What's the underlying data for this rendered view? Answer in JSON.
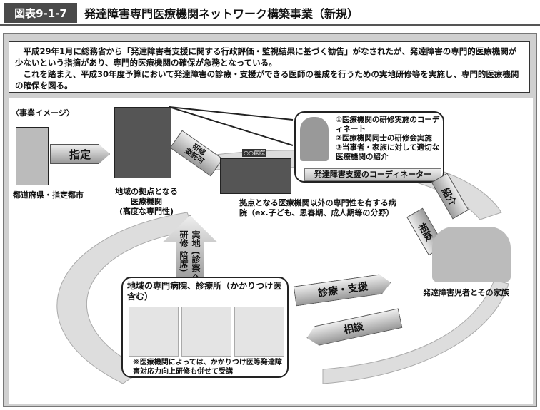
{
  "header": {
    "figure_label": "図表9-1-7",
    "title": "発達障害専門医療機関ネットワーク構築事業（新規）"
  },
  "intro": {
    "p1": "平成29年1月に総務省から「発達障害者支援に関する行政評価・監視結果に基づく勧告」がなされたが、発達障害の専門的医療機関が少ないという指摘があり、専門的医療機関の確保が急務となっている。",
    "p2": "これを踏まえ、平成30年度予算において発達障害の診療・支援ができる医師の養成を行うための実地研修等を実施し、専門的医療機関の確保を図る。"
  },
  "diagram": {
    "section_label": "〈事業イメージ〉",
    "prefecture": "都道府県・指定都市",
    "designate_arrow": "指定",
    "hub": [
      "地域の拠点となる",
      "医療機関",
      "(高度な専門性)"
    ],
    "training_arrow": [
      "研修",
      "委託可"
    ],
    "hospital_sign": "○○病院",
    "other_hospital": "拠点となる医療機関以外の専門性を有する病院（ex.子ども、思春期、成人期等の分野）",
    "coordinator_tasks": [
      "①医療機関の研修実施のコーディネート",
      "②医療機関同士の研修会実施",
      "③当事者・家族に対して適切な医療機関の紹介"
    ],
    "coordinator_label": "発達障害支援のコーディネーター",
    "onsite_arrow": "実地研修",
    "onsite_sub": "(診察へ陪席)",
    "clinics_title": "地域の専門病院、診療所（かかりつけ医含む）",
    "clinics_note": "※医療機関によっては、かかりつけ医等発達障害対応力向上研修も併せて受講",
    "referral_arrow": "紹介",
    "consult_arrow_up": "相談",
    "family": "発達障害児者とその家族",
    "care_arrow": "診療・支援",
    "consult_arrow_back": "相談"
  }
}
